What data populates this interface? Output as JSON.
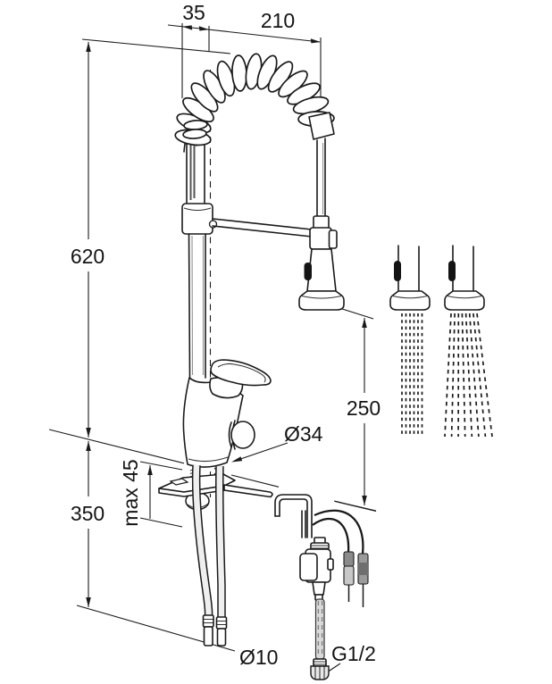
{
  "title": "Pre-rinse kitchen faucet dimensional drawing",
  "colors": {
    "line": "#1a1a1a",
    "background": "#ffffff",
    "hose_fill": "#efefef",
    "flex_hose_gray": "#d9d9d9",
    "connector_light": "#c8c8c8",
    "connector_dark": "#8a8a8a",
    "trigger_black": "#141414"
  },
  "dimensions": {
    "top_offset": {
      "label": "35"
    },
    "reach": {
      "label": "210"
    },
    "height_above": {
      "label": "620"
    },
    "spout_clearance": {
      "label": "250"
    },
    "height_below": {
      "label": "350"
    },
    "deck_thickness": {
      "label": "max 45"
    },
    "hole_diameter": {
      "label": "Ø34"
    },
    "hose_diameter": {
      "label": "Ø10"
    },
    "connection": {
      "label": "G1/2"
    }
  }
}
